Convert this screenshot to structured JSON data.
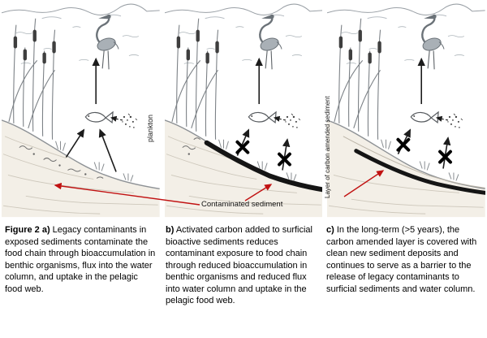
{
  "figure": {
    "annotations": {
      "plankton": "plankton",
      "carbon_layer": "Layer of carbon amended sediment",
      "contaminated_sediment": "Contaminated sediment"
    },
    "captions": {
      "a": {
        "lead": "Figure 2 a)",
        "body": " Legacy contaminants in exposed sediments contaminate the food chain through bioaccumulation in benthic organisms, flux into the water column, and uptake in the pelagic food web."
      },
      "b": {
        "lead": "b)",
        "body": " Activated carbon added to surficial bioactive sediments reduces contaminant exposure to food chain through reduced bioaccumulation in benthic organisms and reduced flux into water column and uptake in the pelagic food web."
      },
      "c": {
        "lead": "c)",
        "body": " In the long-term (>5 years), the carbon amended layer is covered with clean new sediment deposits and continues to serve as a barrier to the release of legacy contaminants to surficial sediments and water column."
      }
    },
    "colors": {
      "annotation_red": "#c11212",
      "carbon_black": "#151515"
    }
  }
}
